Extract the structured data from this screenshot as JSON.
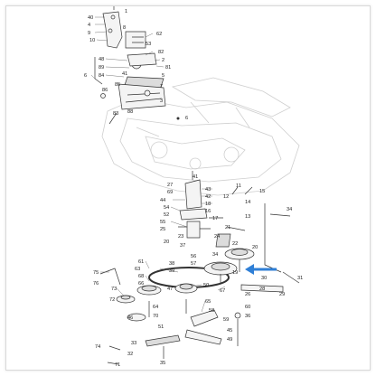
{
  "callouts": {
    "c1": "1",
    "c40": "40",
    "c8": "8",
    "c62": "62",
    "c53": "53",
    "c9": "9",
    "c2": "2",
    "c4": "4",
    "c10": "10",
    "c82": "82",
    "c81": "81",
    "c5": "5",
    "c6a": "6",
    "c41": "41",
    "c48": "48",
    "c89": "89",
    "c84": "84",
    "c85": "85",
    "c86": "86",
    "c88": "88",
    "c3": "3",
    "c7": "7",
    "c83": "83",
    "c6b": "6",
    "c22": "22",
    "c16": "16",
    "c12": "12",
    "c14": "14",
    "c17": "17",
    "c30": "30",
    "c31": "31",
    "c34": "34",
    "c19": "19",
    "c28": "28",
    "c29": "29",
    "c60": "60",
    "c26": "26",
    "c44": "44",
    "c47": "47",
    "c50": "50",
    "c66": "66",
    "c67": "67",
    "c68": "68",
    "c73": "73",
    "c75": "75",
    "c76": "76",
    "c72": "72",
    "c71": "71",
    "c74": "74",
    "c33": "33",
    "c35": "35",
    "c18": "18",
    "c43": "43",
    "c42": "42",
    "c21": "21",
    "c65": "65",
    "c69": "69",
    "c61": "61",
    "c63": "63",
    "c54": "54",
    "c51": "51",
    "c55": "55",
    "c20": "20",
    "c36": "36",
    "c46": "46",
    "c23": "23",
    "c24": "24",
    "c25": "25",
    "c27": "27",
    "c32": "32",
    "c37": "37",
    "c38": "38",
    "c39": "39",
    "c45": "45",
    "c49": "49",
    "c52": "52",
    "c56": "56",
    "c57": "57",
    "c58": "58",
    "c59": "59",
    "c64": "64",
    "c70": "70",
    "c11": "11",
    "c13": "13",
    "c15": "15"
  },
  "colors": {
    "highlight_arrow": "#2f7fd6",
    "line": "#333333",
    "ghost": "#cfcfcf",
    "frame_border": "#d9d9d9"
  },
  "icons": {
    "highlight": "arrow-left-icon"
  }
}
